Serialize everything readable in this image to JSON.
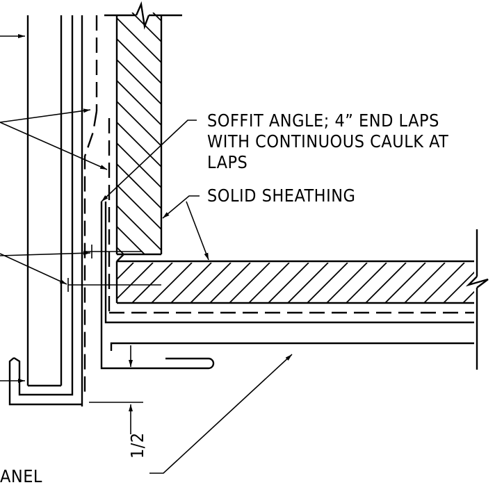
{
  "labels": {
    "soffit_line1": "SOFFIT ANGLE; 4” END LAPS",
    "soffit_line2": "WITH CONTINUOUS CAULK AT",
    "soffit_line3": "LAPS",
    "sheathing": "SOLID SHEATHING",
    "dimension": "1/2",
    "panel_partial": "ANEL"
  }
}
